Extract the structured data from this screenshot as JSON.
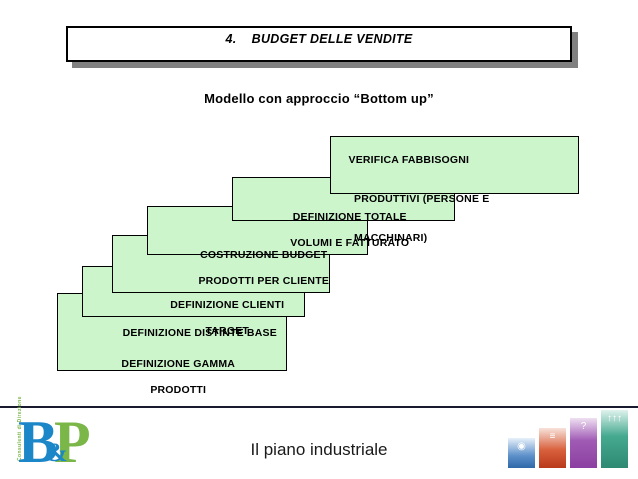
{
  "slide": {
    "title": "4.    BUDGET DELLE VENDITE",
    "subtitle": "Modello con approccio “Bottom up”"
  },
  "diagram": {
    "type": "staircase",
    "fill_color": "#ccf5cc",
    "border_color": "#000000",
    "steps": [
      {
        "id": "verifica-fabbisogni",
        "line1": "VERIFICA FABBISOGNI",
        "line2": "PRODUTTIVI (PERSONE E",
        "line3": "MACCHINARI)",
        "level": 6
      },
      {
        "id": "definizione-totale",
        "line1": "DEFINIZIONE TOTALE",
        "line2": "VOLUMI E FATTURATO",
        "level": 5
      },
      {
        "id": "costruzione-budget",
        "line1": "COSTRUZIONE BUDGET",
        "line2": "PRODOTTI PER CLIENTE",
        "level": 4
      },
      {
        "id": "definizione-clienti-target",
        "line1": "DEFINIZIONE CLIENTI",
        "line2": "TARGET",
        "level": 3
      },
      {
        "id": "definizione-distinte-base",
        "line1": "DEFINIZIONE DISTINTE BASE",
        "line2": "",
        "level": 2
      },
      {
        "id": "definizione-gamma-prodotti",
        "line1": "DEFINIZIONE GAMMA",
        "line2": "PRODOTTI",
        "level": 1
      }
    ]
  },
  "footer": {
    "caption": "Il piano industriale",
    "logo": {
      "letter_b": "B",
      "ampersand": "&",
      "letter_p": "P",
      "tagline": "Consulenti di Direzione",
      "color_blue": "#1b86c8",
      "color_green": "#7ab648"
    },
    "bars": [
      {
        "name": "bar-blue",
        "icon": "eye-icon",
        "glyph": "◉",
        "color": "#2f67a8"
      },
      {
        "name": "bar-red",
        "icon": "lines-icon",
        "glyph": "≡",
        "color": "#b83a1c"
      },
      {
        "name": "bar-purple",
        "icon": "question-icon",
        "glyph": "?",
        "color": "#8b3fa0"
      },
      {
        "name": "bar-teal",
        "icon": "people-icon",
        "glyph": "↑↑↑",
        "color": "#2e8a72"
      }
    ]
  }
}
